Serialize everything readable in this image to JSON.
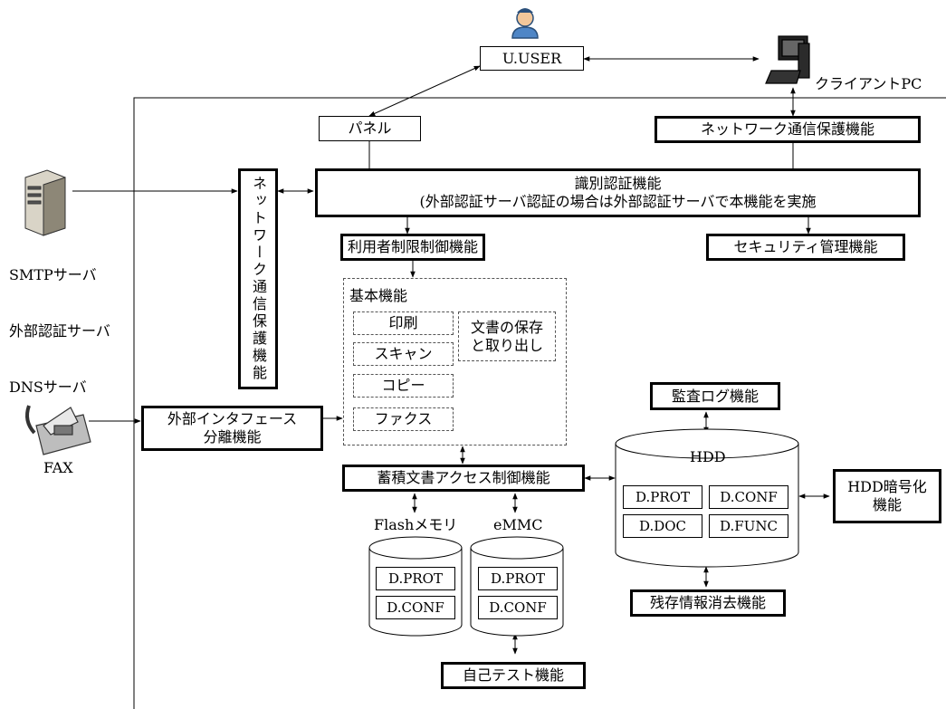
{
  "user": "U.USER",
  "client_pc": "クライアントPC",
  "panel": "パネル",
  "network_protect_top": "ネットワーク通信保護機能",
  "network_protect_left": "ネットワーク通信保護機能",
  "auth": {
    "line1": "識別認証機能",
    "line2": "(外部認証サーバ認証の場合は外部認証サーバで本機能を実施"
  },
  "servers": [
    "SMTPサーバ",
    "外部認証サーバ",
    "DNSサーバ"
  ],
  "user_restriction": "利用者制限制御機能",
  "security_mgmt": "セキュリティ管理機能",
  "basic": {
    "title": "基本機能",
    "print": "印刷",
    "scan": "スキャン",
    "copy": "コピー",
    "fax": "ファクス",
    "doc_store": "文書の保存\nと取り出し"
  },
  "fax_label": "FAX",
  "ext_if": "外部インタフェース\n分離機能",
  "doc_access": "蓄積文書アクセス制御機能",
  "audit_log": "監査ログ機能",
  "hdd": {
    "title": "HDD",
    "items": [
      "D.PROT",
      "D.CONF",
      "D.DOC",
      "D.FUNC"
    ]
  },
  "hdd_encrypt": "HDD暗号化\n機能",
  "residual": "残存情報消去機能",
  "flash": {
    "title": "Flashメモリ",
    "items": [
      "D.PROT",
      "D.CONF"
    ]
  },
  "emmc": {
    "title": "eMMC",
    "items": [
      "D.PROT",
      "D.CONF"
    ]
  },
  "self_test": "自己テスト機能"
}
